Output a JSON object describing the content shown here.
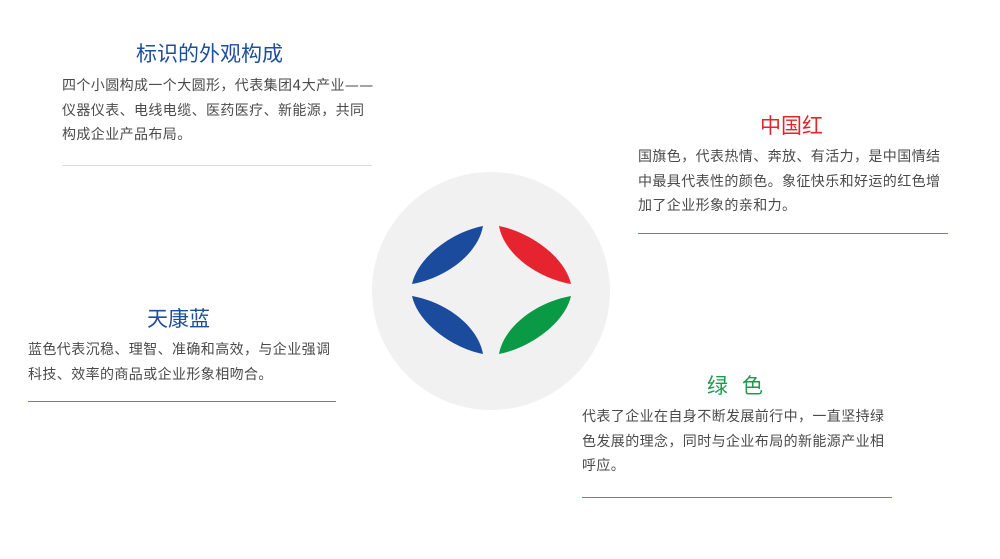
{
  "blocks": {
    "appearance": {
      "title": "标识的外观构成",
      "text": "四个小圆构成一个大圆形，代表集团4大产业——仪器仪表、电线电缆、医药医疗、新能源，共同构成企业产品布局。"
    },
    "china_red": {
      "title": "中国红",
      "text": "国旗色，代表热情、奔放、有活力，是中国情结中最具代表性的颜色。象征快乐和好运的红色增加了企业形象的亲和力。"
    },
    "tiankang_blue": {
      "title": "天康蓝",
      "text": "蓝色代表沉稳、理智、准确和高效，与企业强调科技、效率的商品或企业形象相吻合。"
    },
    "green": {
      "title": "绿色",
      "text": "代表了企业在自身不断发展前行中，一直坚持绿色发展的理念，同时与企业布局的新能源产业相呼应。"
    }
  },
  "logo": {
    "colors": {
      "circle_bg": "#f1f1f1",
      "blue": "#1b4b9c",
      "red": "#e52430",
      "green": "#0a9a45"
    }
  }
}
